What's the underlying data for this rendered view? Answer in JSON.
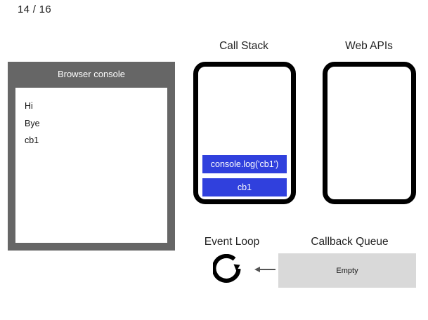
{
  "slide": {
    "counter": "14 / 16"
  },
  "console": {
    "title": "Browser console",
    "lines": [
      "Hi",
      "Bye",
      "cb1"
    ]
  },
  "call_stack": {
    "title": "Call Stack",
    "frames": [
      {
        "label": "console.log('cb1')"
      },
      {
        "label": "cb1"
      }
    ],
    "frame_color": "#3040dd"
  },
  "web_apis": {
    "title": "Web APIs",
    "items": []
  },
  "event_loop": {
    "title": "Event Loop",
    "icon": "circular-arrow-icon",
    "arrow": "left-arrow-icon"
  },
  "callback_queue": {
    "title": "Callback Queue",
    "status": "Empty",
    "background": "#d9d9d9"
  }
}
